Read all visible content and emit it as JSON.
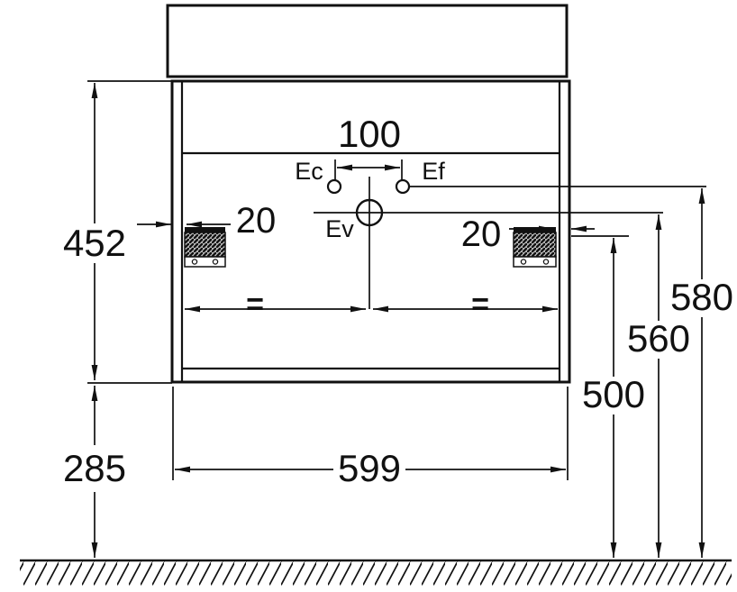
{
  "drawing": {
    "component_labels": {
      "ec": "Ec",
      "ef": "Ef",
      "ev": "Ev"
    },
    "dimensions": {
      "fixing_centers": "100",
      "bracket_offset_left": "20",
      "bracket_offset_right": "20",
      "cabinet_height": "452",
      "clearance_below": "285",
      "cabinet_width": "599",
      "height_500": "500",
      "height_560": "560",
      "height_580": "580"
    },
    "symbols": {
      "equal_left": "=",
      "equal_right": "="
    }
  }
}
